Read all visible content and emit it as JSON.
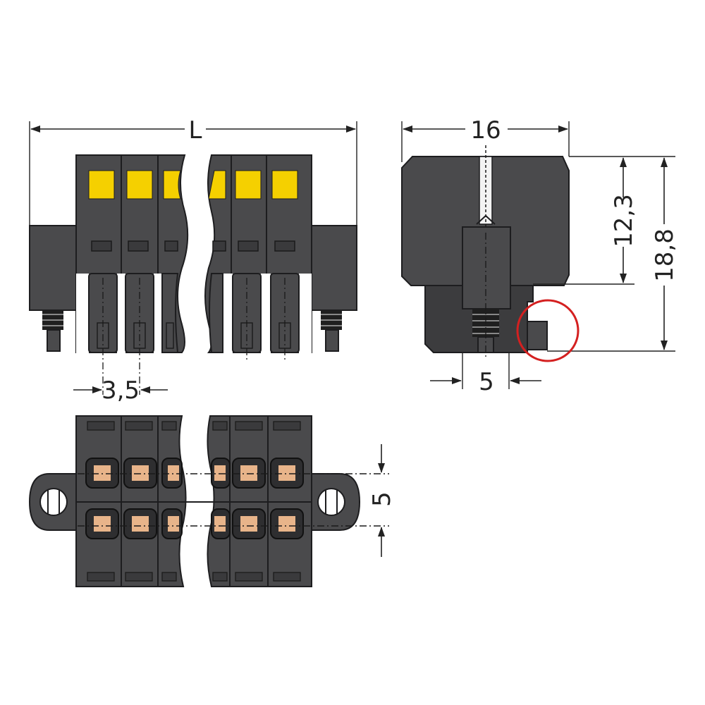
{
  "dimensions": {
    "length_label": "L",
    "width_label": "16",
    "pitch_label": "3,5",
    "height_upper_label": "12,3",
    "height_total_label": "18,8",
    "offset_label": "5",
    "row_spacing_label": "5"
  },
  "colors": {
    "housing": "#4a4a4c",
    "release_button": "#f5d000",
    "contact": "#e8b48a",
    "highlight_circle": "#d42020",
    "line": "#222222"
  }
}
